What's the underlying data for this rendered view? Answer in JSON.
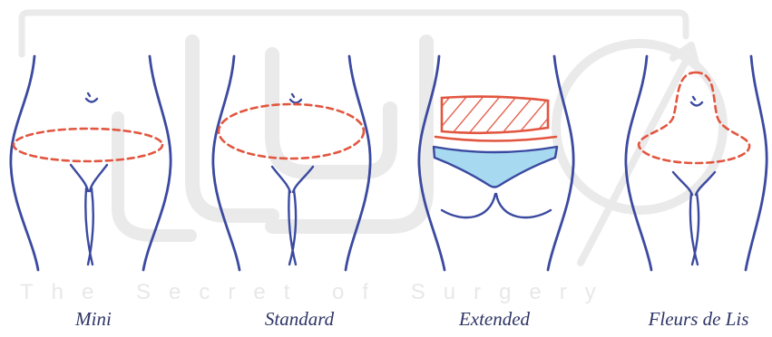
{
  "labels": {
    "mini": "Mini",
    "standard": "Standard",
    "extended": "Extended",
    "fleurs_de_lis": "Fleurs de Lis"
  },
  "watermark": {
    "text": "The Secret of Surgery"
  },
  "colors": {
    "outline": "#3b4aa0",
    "incision": "#e2553f",
    "fill": "#a7d9f1",
    "label": "#2e3566",
    "watermark": "#e8e8e8"
  }
}
